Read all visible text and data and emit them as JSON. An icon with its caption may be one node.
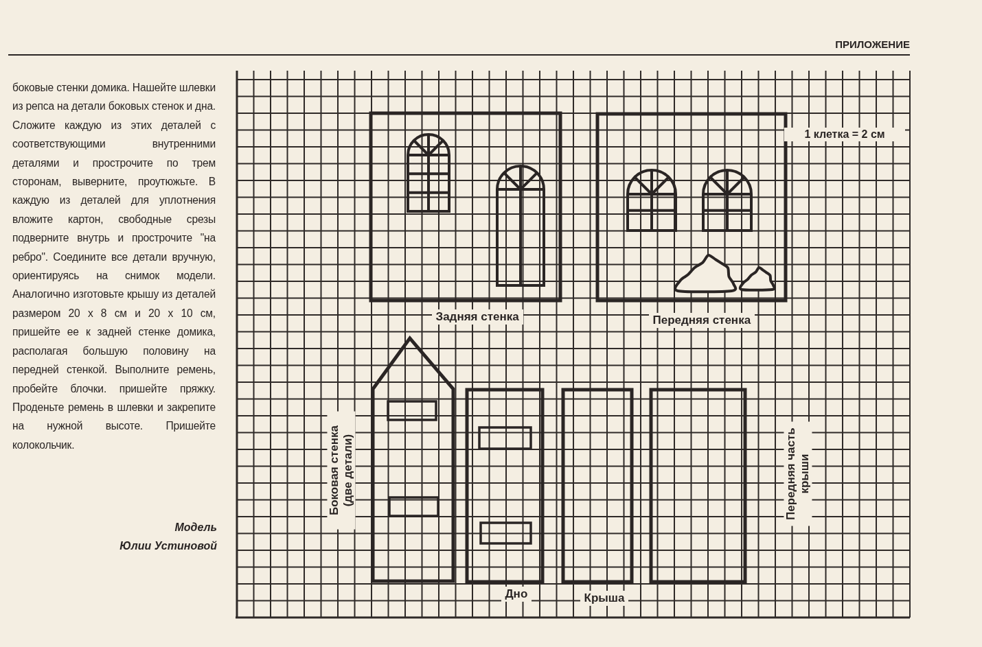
{
  "diagram": {
    "nodes": [
      {
        "text": [],
        "shape": "box",
        "beside": [
          "Задняя стенка"
        ]
      },
      {
        "text": [],
        "shape": "box",
        "beside": [
          "Передняя стенка"
        ]
      },
      {
        "text": [],
        "shape": "pentagon",
        "beside": [
          "Боковая стенка (две детали)"
        ]
      },
      {
        "text": [],
        "shape": "box",
        "beside": [
          "Дно"
        ]
      },
      {
        "text": [],
        "shape": "box",
        "beside": [
          "Крыша"
        ]
      },
      {
        "text": [],
        "shape": "box",
        "beside": [
          "Передняя часть крыши"
        ]
      }
    ],
    "labels": [
      "ПРИЛОЖЕНИЕ",
      "боковые стенки домика. Нашейте шлевки из репса на детали боковых стенок и дна. Сложите каждую из этих деталей с соответствующими внутренними деталями и прострочите по трем сторонам, выверните, проутюжьте. В каждую из деталей для уплотнения вложите картон, свободные срезы подверните внутрь и прострочите \"на ребро\". Соедините все детали вручную, ориентируясь на снимок модели. Аналогично изготовьте крышу из деталей размером 20 x 8 см и 20 x 10 см, пришейте ее к задней стенке домика, располагая большую половину на передней стенкой. Выполните ремень, пробейте блочки. пришейте пряжку. Проденьте ремень в шлевки и закрепите на нужной высоте. Пришейте колокольчик.",
      "Модель",
      "Юлии Устиновой",
      "1 клетка = 2 см"
    ]
  }
}
